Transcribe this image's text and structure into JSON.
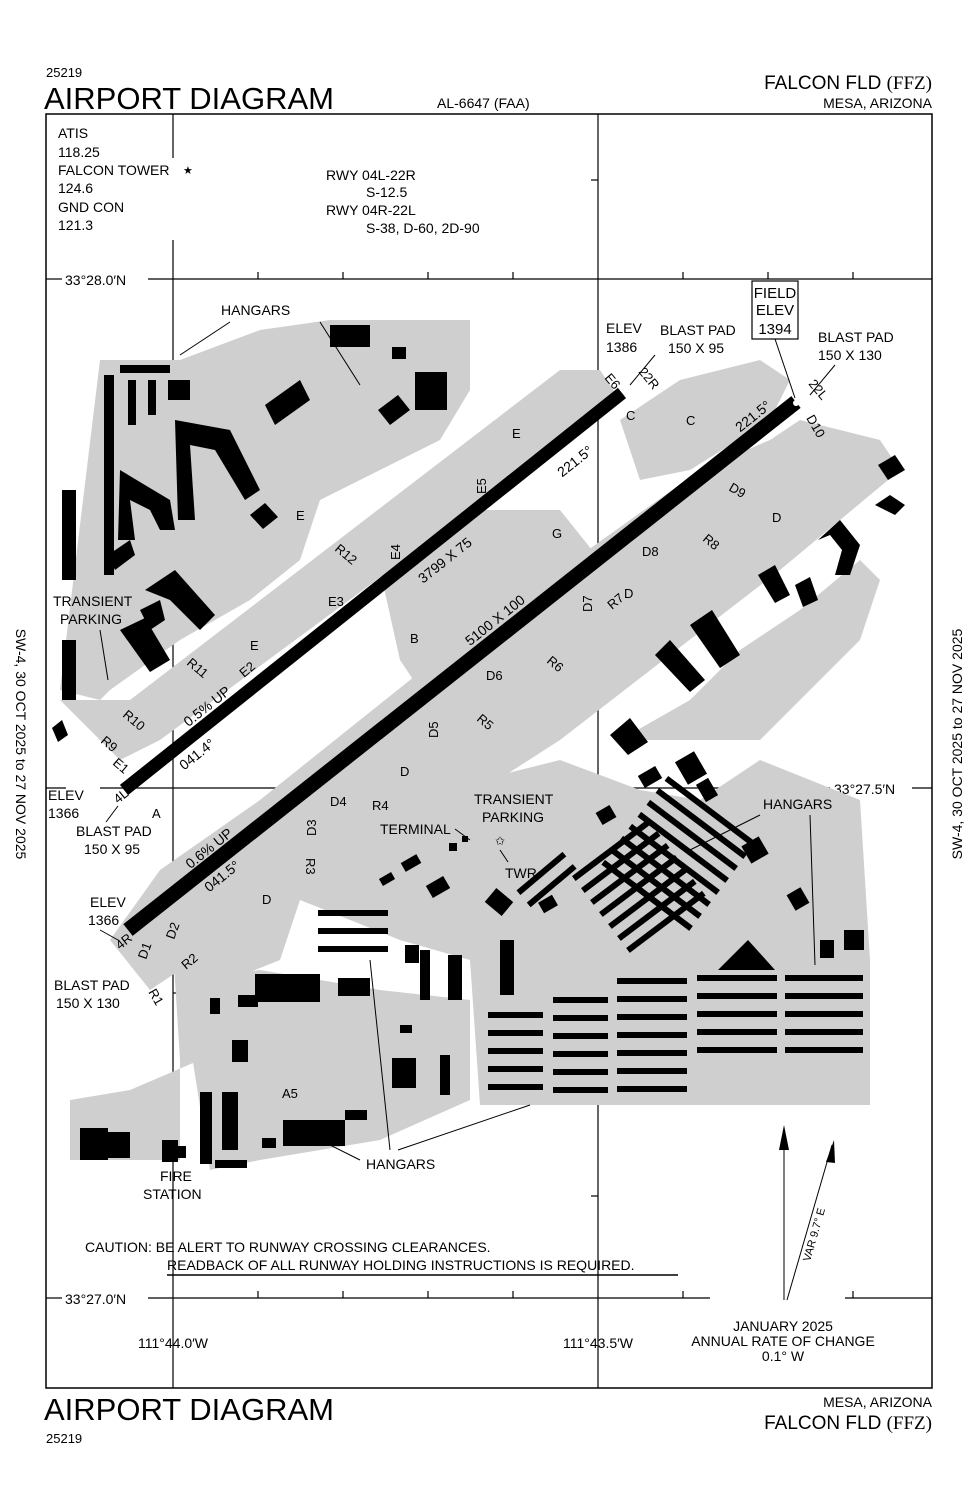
{
  "header": {
    "chart_number": "25219",
    "title": "AIRPORT DIAGRAM",
    "chart_id": "AL-6647 (FAA)",
    "airport_name": "FALCON FLD",
    "airport_id": "(FFZ)",
    "city": "MESA, ARIZONA"
  },
  "footer": {
    "title": "AIRPORT DIAGRAM",
    "chart_number": "25219",
    "city": "MESA, ARIZONA",
    "airport_name": "FALCON FLD",
    "airport_id": "(FFZ)"
  },
  "side_note": "SW-4, 30 OCT 2025 to 27 NOV 2025",
  "comms": {
    "atis_label": "ATIS",
    "atis_freq": "118.25",
    "tower_label": "FALCON TOWER",
    "tower_freq": "124.6",
    "ground_label": "GND CON",
    "ground_freq": "121.3"
  },
  "runway_info": {
    "rwy1": "RWY 04L-22R",
    "rwy1_strength": "S-12.5",
    "rwy2": "RWY 04R-22L",
    "rwy2_strength": "S-38, D-60, 2D-90"
  },
  "coordinates": {
    "lat_top": "33°28.0′N",
    "lat_mid": "33°27.5′N",
    "lat_bottom": "33°27.0′N",
    "lon_left": "111°44.0′W",
    "lon_right": "111°43.5′W"
  },
  "field_elevation": {
    "line1": "FIELD",
    "line2": "ELEV",
    "value": "1394"
  },
  "runways": {
    "r04l_22r": {
      "dims": "3799 X 75",
      "end_sw": "4L",
      "end_ne": "22R",
      "heading_sw": "041.4°",
      "heading_ne": "221.5°",
      "grade": "0.5% UP"
    },
    "r04r_22l": {
      "dims": "5100 X 100",
      "end_sw": "4R",
      "end_ne": "22L",
      "heading_sw": "041.5°",
      "heading_ne": "221.5°",
      "grade": "0.6% UP"
    }
  },
  "annotations": {
    "elev": "ELEV",
    "elev_22r": "1386",
    "elev_4l": "1366",
    "elev_4r": "1366",
    "blast_pad": "BLAST PAD",
    "bp_22r": "150 X 95",
    "bp_22l": "150 X 130",
    "bp_4l": "150 X 95",
    "bp_4r": "150 X 130",
    "hangars": "HANGARS",
    "transient": "TRANSIENT",
    "parking": "PARKING",
    "terminal": "TERMINAL",
    "twr": "TWR",
    "fire": "FIRE",
    "station": "STATION"
  },
  "taxiways": [
    "A",
    "A5",
    "B",
    "C",
    "C",
    "D",
    "D",
    "D",
    "D",
    "D1",
    "D2",
    "D3",
    "D4",
    "D5",
    "D6",
    "D7",
    "D8",
    "D9",
    "D10",
    "E",
    "E",
    "E",
    "E1",
    "E2",
    "E3",
    "E4",
    "E5",
    "E6",
    "G",
    "R1",
    "R2",
    "R3",
    "R4",
    "R5",
    "R6",
    "R7",
    "R8",
    "R9",
    "R10",
    "R11",
    "R12"
  ],
  "caution": {
    "line1": "CAUTION: BE ALERT TO RUNWAY CROSSING CLEARANCES.",
    "line2": "READBACK OF ALL RUNWAY HOLDING INSTRUCTIONS IS REQUIRED."
  },
  "magnetic": {
    "variation": "VAR 9.7° E",
    "date": "JANUARY 2025",
    "rate_label": "ANNUAL RATE OF CHANGE",
    "rate": "0.1° W"
  }
}
